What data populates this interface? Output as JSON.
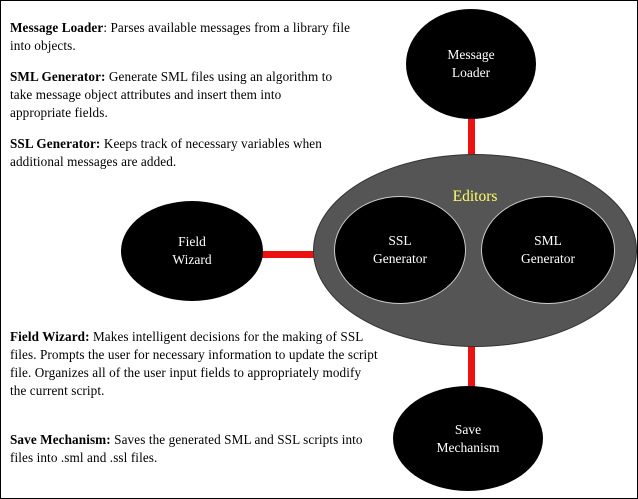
{
  "descriptions": {
    "message_loader": {
      "term": "Message Loader",
      "text": ": Parses available messages from a library file into objects."
    },
    "sml_generator": {
      "term": "SML Generator:",
      "text": " Generate SML files using an algorithm to take message object attributes and insert them into appropriate fields."
    },
    "ssl_generator": {
      "term": "SSL Generator:",
      "text": " Keeps track of necessary variables when additional messages are added."
    },
    "field_wizard": {
      "term": "Field Wizard:",
      "text": " Makes intelligent decisions for the making of SSL files.  Prompts the user for necessary information to update the script file. Organizes all of the user input fields to appropriately modify the current script."
    },
    "save_mechanism": {
      "term": "Save Mechanism:",
      "text": " Saves the generated SML and SSL scripts into files into .sml and .ssl files."
    }
  },
  "nodes": {
    "message_loader": "Message\nLoader",
    "field_wizard": "Field\nWizard",
    "editors": "Editors",
    "ssl_generator": "SSL\nGenerator",
    "sml_generator": "SML\nGenerator",
    "save_mechanism": "Save\nMechanism"
  },
  "colors": {
    "node_fill": "#000000",
    "editors_fill": "#555555",
    "editors_title": "#ffff66",
    "connector": "#ee1111"
  }
}
